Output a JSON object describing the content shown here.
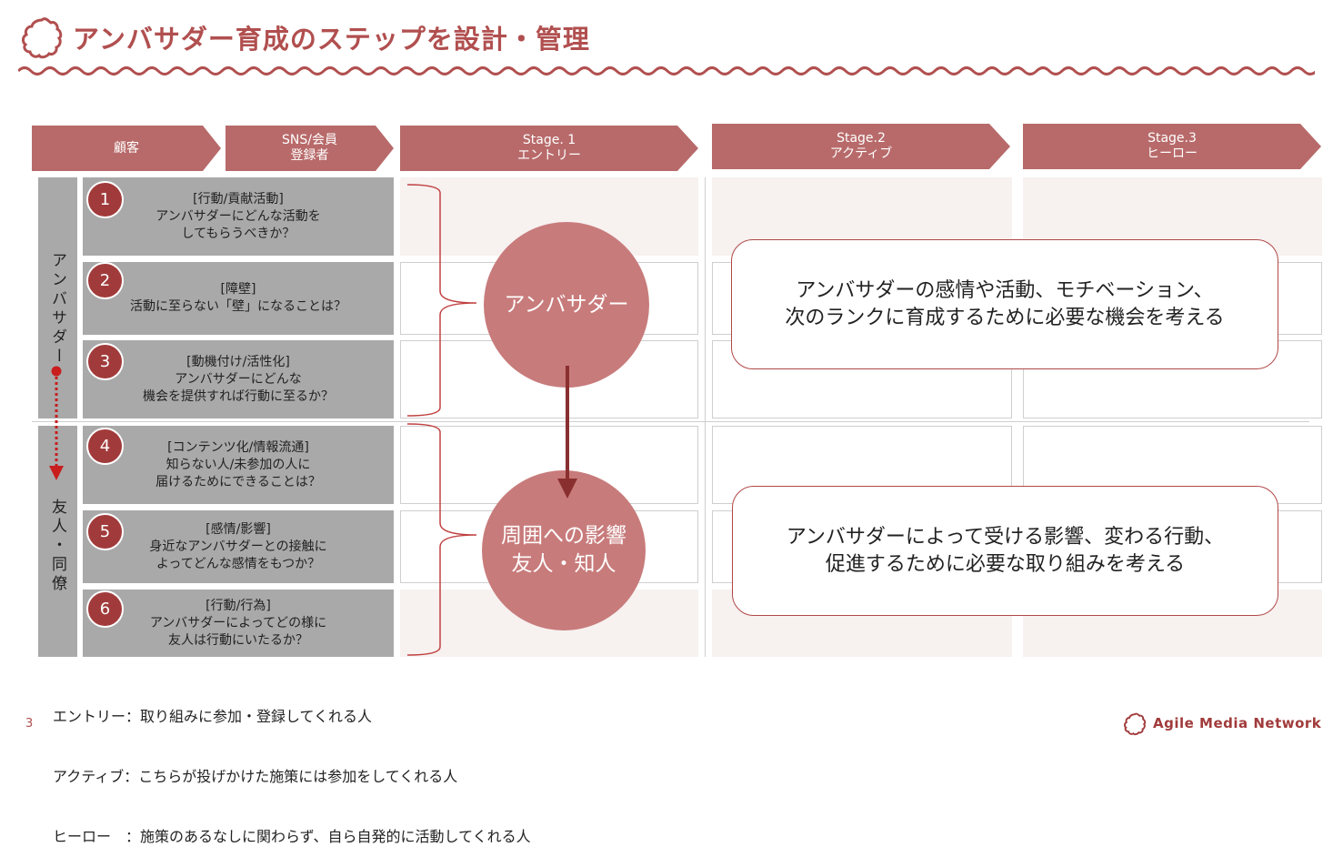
{
  "title": "アンバサダー育成のステップを設計・管理",
  "headers": {
    "customer": "顧客",
    "sns": [
      "SNS/会員",
      "登録者"
    ],
    "stage1": [
      "Stage. 1",
      "エントリー"
    ],
    "stage2": [
      "Stage.2",
      "アクティブ"
    ],
    "stage3": [
      "Stage.3",
      "ヒーロー"
    ]
  },
  "side_labels": {
    "ambassador": "アンバサダー",
    "friends": "友人・同僚"
  },
  "questions": [
    {
      "number": "1",
      "lines": [
        "[行動/貢献活動]",
        "アンバサダーにどんな活動を",
        "してもらうべきか？"
      ]
    },
    {
      "number": "2",
      "lines": [
        "[障壁]",
        "活動に至らない「壁」になることは？"
      ]
    },
    {
      "number": "3",
      "lines": [
        "[動機付け/活性化]",
        "アンバサダーにどんな",
        "機会を提供すれば行動に至るか？"
      ]
    },
    {
      "number": "4",
      "lines": [
        "[コンテンツ化/情報流通]",
        "知らない人/未参加の人に",
        "届けるためにできることは？"
      ]
    },
    {
      "number": "5",
      "lines": [
        "[感情/影響]",
        "身近なアンバサダーとの接触に",
        "よってどんな感情をもつか？"
      ]
    },
    {
      "number": "6",
      "lines": [
        "[行動/行為]",
        "アンバサダーによってどの様に",
        "友人は行動にいたるか？"
      ]
    }
  ],
  "circles": {
    "ambassador": [
      "アンバサダー"
    ],
    "influence": [
      "周囲への影響",
      "友人・知人"
    ]
  },
  "messages": {
    "top": [
      "アンバサダーの感情や活動、モチベーション、",
      "次のランクに育成するために必要な機会を考える"
    ],
    "bottom": [
      "アンバサダーによって受ける影響、変わる行動、",
      "促進するために必要な取り組みを考える"
    ]
  },
  "legend": [
    "エントリー：取り組みに参加・登録してくれる人",
    "アクティブ：こちらが投げかけた施策には参加をしてくれる人",
    "ヒーロー　：施策のあるなしに関わらず、自ら自発的に活動してくれる人"
  ],
  "page_number": "3",
  "brand": "Agile Media Network",
  "colors": {
    "accent": "#b14f4f",
    "header_fill": "#b86a6a",
    "circle_fill": "#c87b7b",
    "dark_red": "#a13b3b",
    "gray_box": "#a9a9a9",
    "tint_cell": "#f7f1f0"
  }
}
